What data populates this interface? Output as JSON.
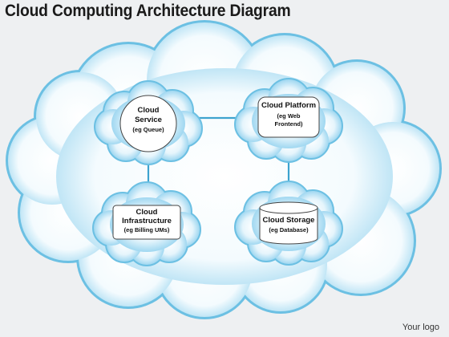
{
  "title": "Cloud Computing Architecture Diagram",
  "footer": "Your logo",
  "colors": {
    "cloud_fill": "#bfe3f4",
    "cloud_stroke": "#6cc0e3",
    "node_fill": "#ffffff",
    "connector": "#3da3cf"
  },
  "nodes": {
    "service": {
      "line1": "Cloud",
      "line2": "Service",
      "detail": "(eg Queue)"
    },
    "platform": {
      "line1": "Cloud Platform",
      "detail1": "(eg Web",
      "detail2": "Frontend)"
    },
    "infrastructure": {
      "line1": "Cloud",
      "line2": "Infrastructure",
      "detail": "(eg Billing UMs)"
    },
    "storage": {
      "line1": "Cloud Storage",
      "detail": "(eg Database)"
    }
  }
}
